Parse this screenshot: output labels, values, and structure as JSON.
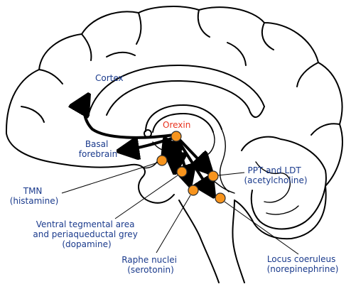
{
  "labels": {
    "cortex": "Cortex",
    "orexin": "Orexin",
    "basal_forebrain": [
      "Basal",
      "forebrain"
    ],
    "ppt_ldt": [
      "PPT and LDT",
      "(acetylcholine)"
    ],
    "tmn": [
      "TMN",
      "(histamine)"
    ],
    "vta_pag": [
      "Ventral tegmental area",
      "and periaqueductal grey",
      "(dopamine)"
    ],
    "raphe": [
      "Raphe nuclei",
      "(serotonin)"
    ],
    "locus": [
      "Locus coeruleus",
      "(norepinephrine)"
    ]
  },
  "colors": {
    "label_text": "#1a3a8c",
    "orexin_text": "#e8321e",
    "nucleus_fill": "#f7941d",
    "outline": "#000000"
  }
}
